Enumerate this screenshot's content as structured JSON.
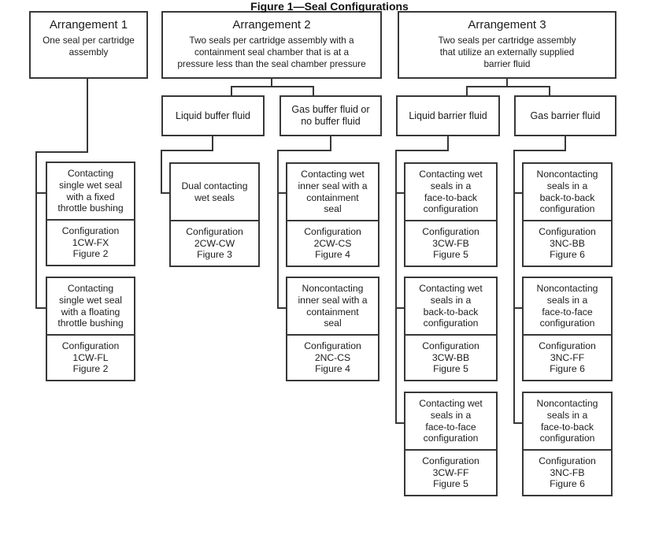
{
  "caption": "Figure 1—Seal Configurations",
  "arrangements": [
    {
      "title": "Arrangement 1",
      "description": "One seal per cartridge\nassembly"
    },
    {
      "title": "Arrangement 2",
      "description": "Two seals per cartridge assembly with a\ncontainment seal chamber that is at a\npressure less than the seal chamber pressure"
    },
    {
      "title": "Arrangement 3",
      "description": "Two seals per cartridge assembly\nthat utilize an externally supplied\nbarrier fluid"
    }
  ],
  "branches": [
    {
      "label": "Liquid buffer fluid"
    },
    {
      "label": "Gas buffer fluid or\nno buffer fluid"
    },
    {
      "label": "Liquid barrier fluid"
    },
    {
      "label": "Gas barrier fluid"
    }
  ],
  "nodes": [
    {
      "description": "Contacting\nsingle wet seal\nwith a fixed\nthrottle bushing",
      "config_label": "Configuration",
      "code": "1CW-FX",
      "figure_ref": "Figure 2"
    },
    {
      "description": "Contacting\nsingle wet seal\nwith a floating\nthrottle bushing",
      "config_label": "Configuration",
      "code": "1CW-FL",
      "figure_ref": "Figure 2"
    },
    {
      "description": "Dual contacting\nwet seals",
      "config_label": "Configuration",
      "code": "2CW-CW",
      "figure_ref": "Figure 3"
    },
    {
      "description": "Contacting wet\ninner seal with a\ncontainment\nseal",
      "config_label": "Configuration",
      "code": "2CW-CS",
      "figure_ref": "Figure 4"
    },
    {
      "description": "Noncontacting\ninner seal with a\ncontainment\nseal",
      "config_label": "Configuration",
      "code": "2NC-CS",
      "figure_ref": "Figure 4"
    },
    {
      "description": "Contacting wet\nseals in a\nface-to-back\nconfiguration",
      "config_label": "Configuration",
      "code": "3CW-FB",
      "figure_ref": "Figure 5"
    },
    {
      "description": "Contacting wet\nseals in a\nback-to-back\nconfiguration",
      "config_label": "Configuration",
      "code": "3CW-BB",
      "figure_ref": "Figure 5"
    },
    {
      "description": "Contacting wet\nseals in a\nface-to-face\nconfiguration",
      "config_label": "Configuration",
      "code": "3CW-FF",
      "figure_ref": "Figure 5"
    },
    {
      "description": "Noncontacting\nseals in a\nback-to-back\nconfiguration",
      "config_label": "Configuration",
      "code": "3NC-BB",
      "figure_ref": "Figure 6"
    },
    {
      "description": "Noncontacting\nseals in a\nface-to-face\nconfiguration",
      "config_label": "Configuration",
      "code": "3NC-FF",
      "figure_ref": "Figure 6"
    },
    {
      "description": "Noncontacting\nseals in a\nface-to-back\nconfiguration",
      "config_label": "Configuration",
      "code": "3NC-FB",
      "figure_ref": "Figure 6"
    }
  ]
}
